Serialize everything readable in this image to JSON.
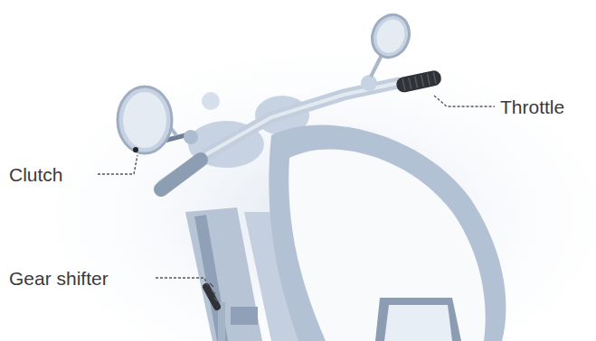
{
  "diagram": {
    "labels": [
      "Throttle",
      "Clutch",
      "Gear shifter"
    ]
  }
}
